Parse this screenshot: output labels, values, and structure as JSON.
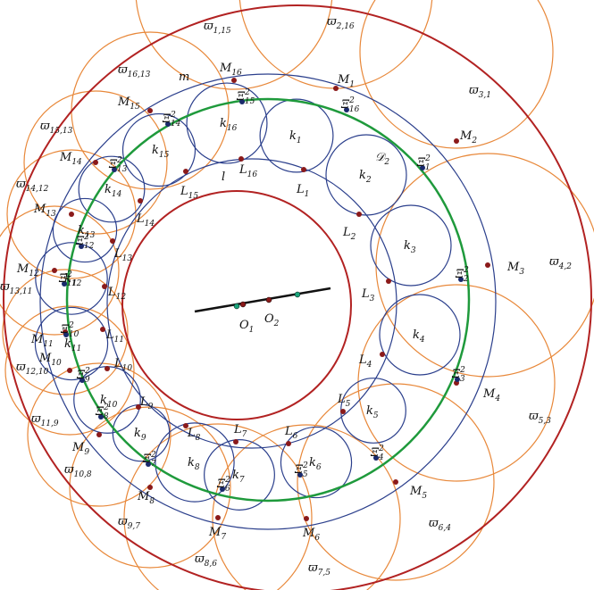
{
  "colors": {
    "outer_circle": "#b22222",
    "inner_circle": "#b22222",
    "blue": "#2b3f8c",
    "orange": "#e8883a",
    "green": "#1f9a3c",
    "point": "#8b1a1a",
    "xi_point": "#1a2a6c",
    "center_dot": "#1aa37a",
    "axis_line": "#111111"
  },
  "labels": {
    "m": "m",
    "l": "l",
    "D": "𝒟",
    "D_sub": "2",
    "O1": "O",
    "O1_sub": "1",
    "O2": "O",
    "O2_sub": "2",
    "M_letter": "M",
    "L_letter": "L",
    "k_letter": "k",
    "Xi_letter": "Ξ",
    "Xi_sup": "2",
    "varpi_letter": "ϖ",
    "M_subs": [
      "1",
      "2",
      "3",
      "4",
      "5",
      "6",
      "7",
      "8",
      "9",
      "10",
      "11",
      "12",
      "13",
      "14",
      "15",
      "16"
    ],
    "L_subs": [
      "1",
      "2",
      "3",
      "4",
      "5",
      "6",
      "7",
      "8",
      "9",
      "10",
      "11",
      "12",
      "13",
      "14",
      "15",
      "16"
    ],
    "k_subs": [
      "1",
      "2",
      "3",
      "4",
      "5",
      "6",
      "7",
      "8",
      "9",
      "10",
      "11",
      "12",
      "13",
      "14",
      "15",
      "16"
    ],
    "Xi_subs": [
      "16",
      "1",
      "2",
      "3",
      "4",
      "5",
      "6",
      "7",
      "8",
      "9",
      "10",
      "11",
      "12",
      "13",
      "14",
      "15"
    ],
    "varpi_subs": [
      "2,16",
      "3,1",
      "4,2",
      "5,3",
      "6,4",
      "7,5",
      "8,6",
      "9,7",
      "10,8",
      "11,9",
      "12,10",
      "13,11",
      "14,12",
      "15,13",
      "16,13",
      "1,15"
    ]
  }
}
